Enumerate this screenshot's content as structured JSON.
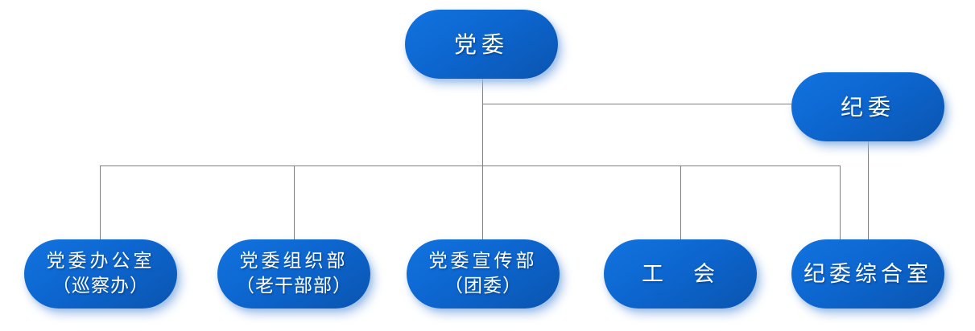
{
  "diagram": {
    "type": "org-chart",
    "background": "#ffffff",
    "nodes": [
      {
        "id": "party-committee",
        "label": "党委",
        "level": 1
      },
      {
        "id": "discipline-committee",
        "label": "纪委",
        "level": 2
      },
      {
        "id": "party-office",
        "label": "党委办公室",
        "sublabel": "（巡察办）",
        "level": 3
      },
      {
        "id": "organization-dept",
        "label": "党委组织部",
        "sublabel": "（老干部部）",
        "level": 3
      },
      {
        "id": "propaganda-dept",
        "label": "党委宣传部",
        "sublabel": "（团委）",
        "level": 3
      },
      {
        "id": "labor-union",
        "label": "工　会",
        "level": 3
      },
      {
        "id": "discipline-office",
        "label": "纪委综合室",
        "level": 3
      }
    ],
    "edges": [
      {
        "from": "party-committee",
        "to": "discipline-committee"
      },
      {
        "from": "party-committee",
        "to": "party-office"
      },
      {
        "from": "party-committee",
        "to": "organization-dept"
      },
      {
        "from": "party-committee",
        "to": "propaganda-dept"
      },
      {
        "from": "party-committee",
        "to": "labor-union"
      },
      {
        "from": "party-committee",
        "to": "discipline-office"
      },
      {
        "from": "discipline-committee",
        "to": "discipline-office"
      }
    ]
  },
  "colors": {
    "node_gradient_start": "#1273e0",
    "node_gradient_mid": "#0d66cf",
    "node_gradient_end": "#0a55b0",
    "node_text": "#ffffff",
    "node_glow_shadow": "#93b7e5",
    "connector_line": "#7f7f7f",
    "background": "#ffffff"
  }
}
